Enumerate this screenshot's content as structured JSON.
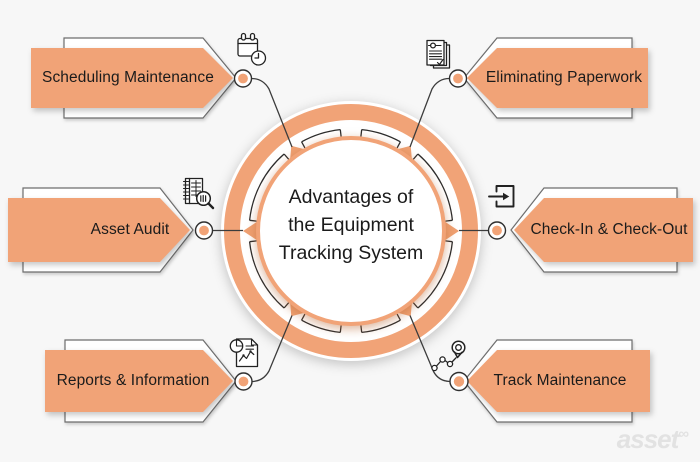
{
  "title": "Advantages of the Equipment Tracking System infographic",
  "center": {
    "lines": [
      "Advantages of",
      "the Equipment",
      "Tracking System"
    ]
  },
  "nodes": [
    {
      "id": "scheduling-maintenance",
      "label": "Scheduling Maintenance",
      "icon": "calendar-clock-icon",
      "position": "top-left"
    },
    {
      "id": "eliminating-paperwork",
      "label": "Eliminating Paperwork",
      "icon": "paper-stack-check-icon",
      "position": "top-right"
    },
    {
      "id": "asset-audit",
      "label": "Asset Audit",
      "icon": "ledger-magnifier-icon",
      "position": "middle-left"
    },
    {
      "id": "check-in-check-out",
      "label": "Check-In & Check-Out",
      "icon": "check-in-arrow-icon",
      "position": "middle-right"
    },
    {
      "id": "reports-information",
      "label": "Reports & Information",
      "icon": "report-chart-icon",
      "position": "bottom-left"
    },
    {
      "id": "track-maintenance",
      "label": "Track Maintenance",
      "icon": "route-pin-icon",
      "position": "bottom-right"
    }
  ],
  "watermark": {
    "text": "asset",
    "sup": "∞"
  },
  "colors": {
    "background": "#f7f7f7",
    "accent_orange": "#F1A377",
    "triangle_orange": "#EFA071",
    "outline_gray": "#6e6e6e",
    "line_dark": "#3c3c3c",
    "text": "#1b1b1b",
    "watermark": "#e2e2e2"
  }
}
